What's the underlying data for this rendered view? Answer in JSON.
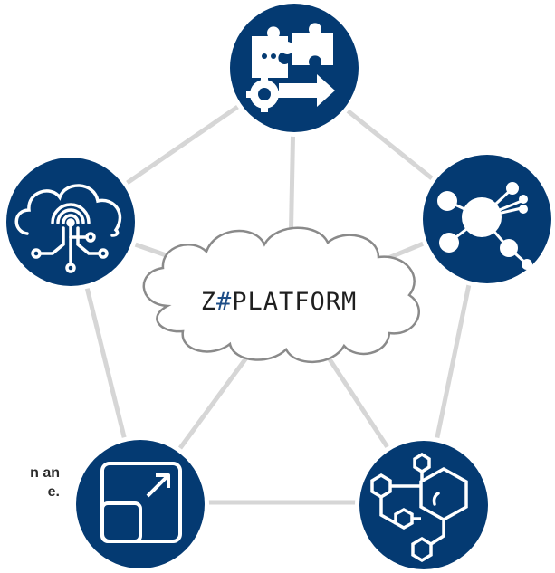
{
  "center": {
    "prefix": "Z",
    "hash": "#",
    "suffix": "PLATFORM"
  },
  "side_text": {
    "line1": "n an",
    "line2": "e."
  },
  "colors": {
    "node_fill": "#043a72",
    "node_ring": "#ffffff",
    "connector": "#d6d6d6",
    "cloud_stroke": "#8a8a8a",
    "hash_accent": "#1e4e87"
  },
  "nodes": [
    {
      "id": "integration",
      "icon": "puzzle-gear-arrow-icon"
    },
    {
      "id": "network",
      "icon": "network-nodes-icon"
    },
    {
      "id": "blockchain",
      "icon": "hexagon-chain-icon"
    },
    {
      "id": "scale",
      "icon": "expand-resize-icon"
    },
    {
      "id": "iot-cloud",
      "icon": "cloud-iot-icon"
    }
  ]
}
